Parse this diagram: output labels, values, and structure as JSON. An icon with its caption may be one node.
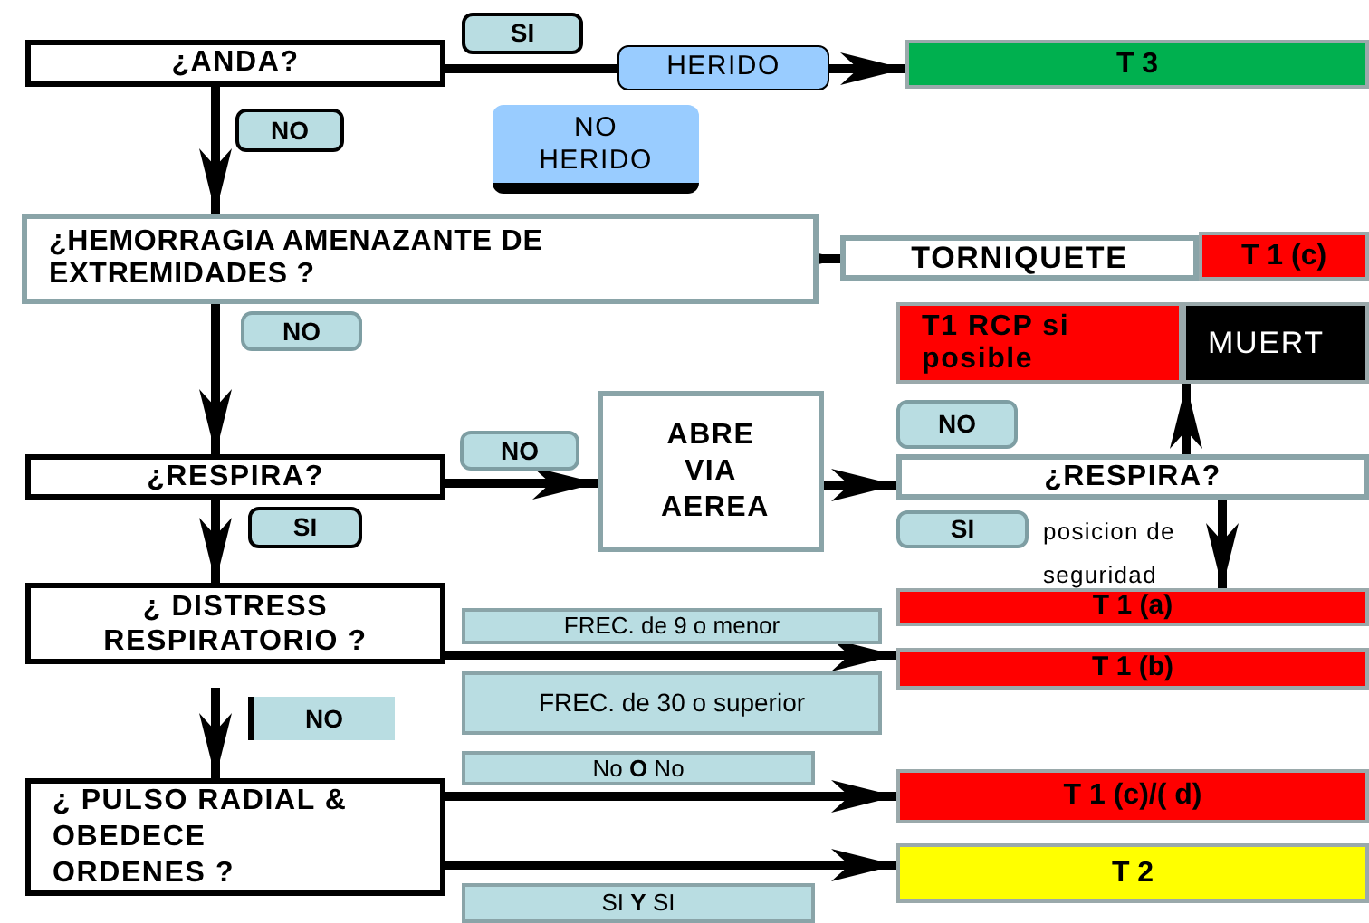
{
  "diagram": {
    "nodes": [
      {
        "text": [
          "¿ANDA?"
        ]
      },
      {
        "text": [
          "SI"
        ]
      },
      {
        "text": [
          "HERIDO"
        ]
      },
      {
        "text": [
          "T 3"
        ]
      },
      {
        "text": [
          "NO"
        ]
      },
      {
        "text": [
          "NO HERIDO"
        ]
      },
      {
        "text": [
          "¿HEMORRAGIA AMENAZANTE DE EXTREMIDADES ?"
        ]
      },
      {
        "text": [
          "TORNIQUETE"
        ]
      },
      {
        "text": [
          "T 1 (c)"
        ]
      },
      {
        "text": [
          "NO"
        ]
      },
      {
        "text": [
          "T1  RCP si posible"
        ]
      },
      {
        "text": [
          "MUERT"
        ]
      },
      {
        "text": [
          "NO"
        ]
      },
      {
        "text": [
          "ABRE VIA AEREA"
        ]
      },
      {
        "text": [
          "NO"
        ]
      },
      {
        "text": [
          "¿RESPIRA?"
        ]
      },
      {
        "text": [
          "¿RESPIRA?"
        ]
      },
      {
        "text": [
          "SI"
        ]
      },
      {
        "text": [
          "SI"
        ]
      },
      {
        "text": [
          "¿ DISTRESS RESPIRATORIO ?"
        ]
      },
      {
        "text": [
          "FREC. de 9 o menor"
        ]
      },
      {
        "text": [
          "T 1 (a)"
        ]
      },
      {
        "text": [
          "T 1 (b)"
        ]
      },
      {
        "text": [
          "NO"
        ]
      },
      {
        "text": [
          "FREC. de 30 o superior"
        ]
      },
      {
        "text": [
          "No **O** No"
        ]
      },
      {
        "text": [
          "¿ PULSO RADIAL & OBEDECE ORDENES ?"
        ]
      },
      {
        "text": [
          "T 1 (c)/( d)"
        ]
      },
      {
        "text": [
          "T 2"
        ]
      },
      {
        "text": [
          "SI **Y** SI"
        ]
      }
    ],
    "edges": [
      {
        "from": 0,
        "to": 2,
        "arrow": "none"
      },
      {
        "from": 2,
        "to": 3,
        "arrow": "to"
      },
      {
        "from": 0,
        "to": 6,
        "arrow": "to"
      },
      {
        "from": 6,
        "to": 7,
        "arrow": "to"
      },
      {
        "from": 6,
        "to": 15,
        "arrow": "to"
      },
      {
        "from": 15,
        "to": 13,
        "arrow": "to"
      },
      {
        "from": 13,
        "to": 16,
        "arrow": "to"
      },
      {
        "from": 16,
        "to": 10,
        "arrow": "to"
      },
      {
        "from": 16,
        "to": 21,
        "arrow": "to"
      },
      {
        "from": 15,
        "to": 19,
        "arrow": "to"
      },
      {
        "from": 19,
        "to": 22,
        "arrow": "to"
      },
      {
        "from": 19,
        "to": 26,
        "arrow": "to"
      },
      {
        "from": 26,
        "to": 27,
        "arrow": "to"
      },
      {
        "from": 26,
        "to": 28,
        "arrow": "to"
      }
    ],
    "labels": [
      "posicion de seguridad"
    ]
  }
}
